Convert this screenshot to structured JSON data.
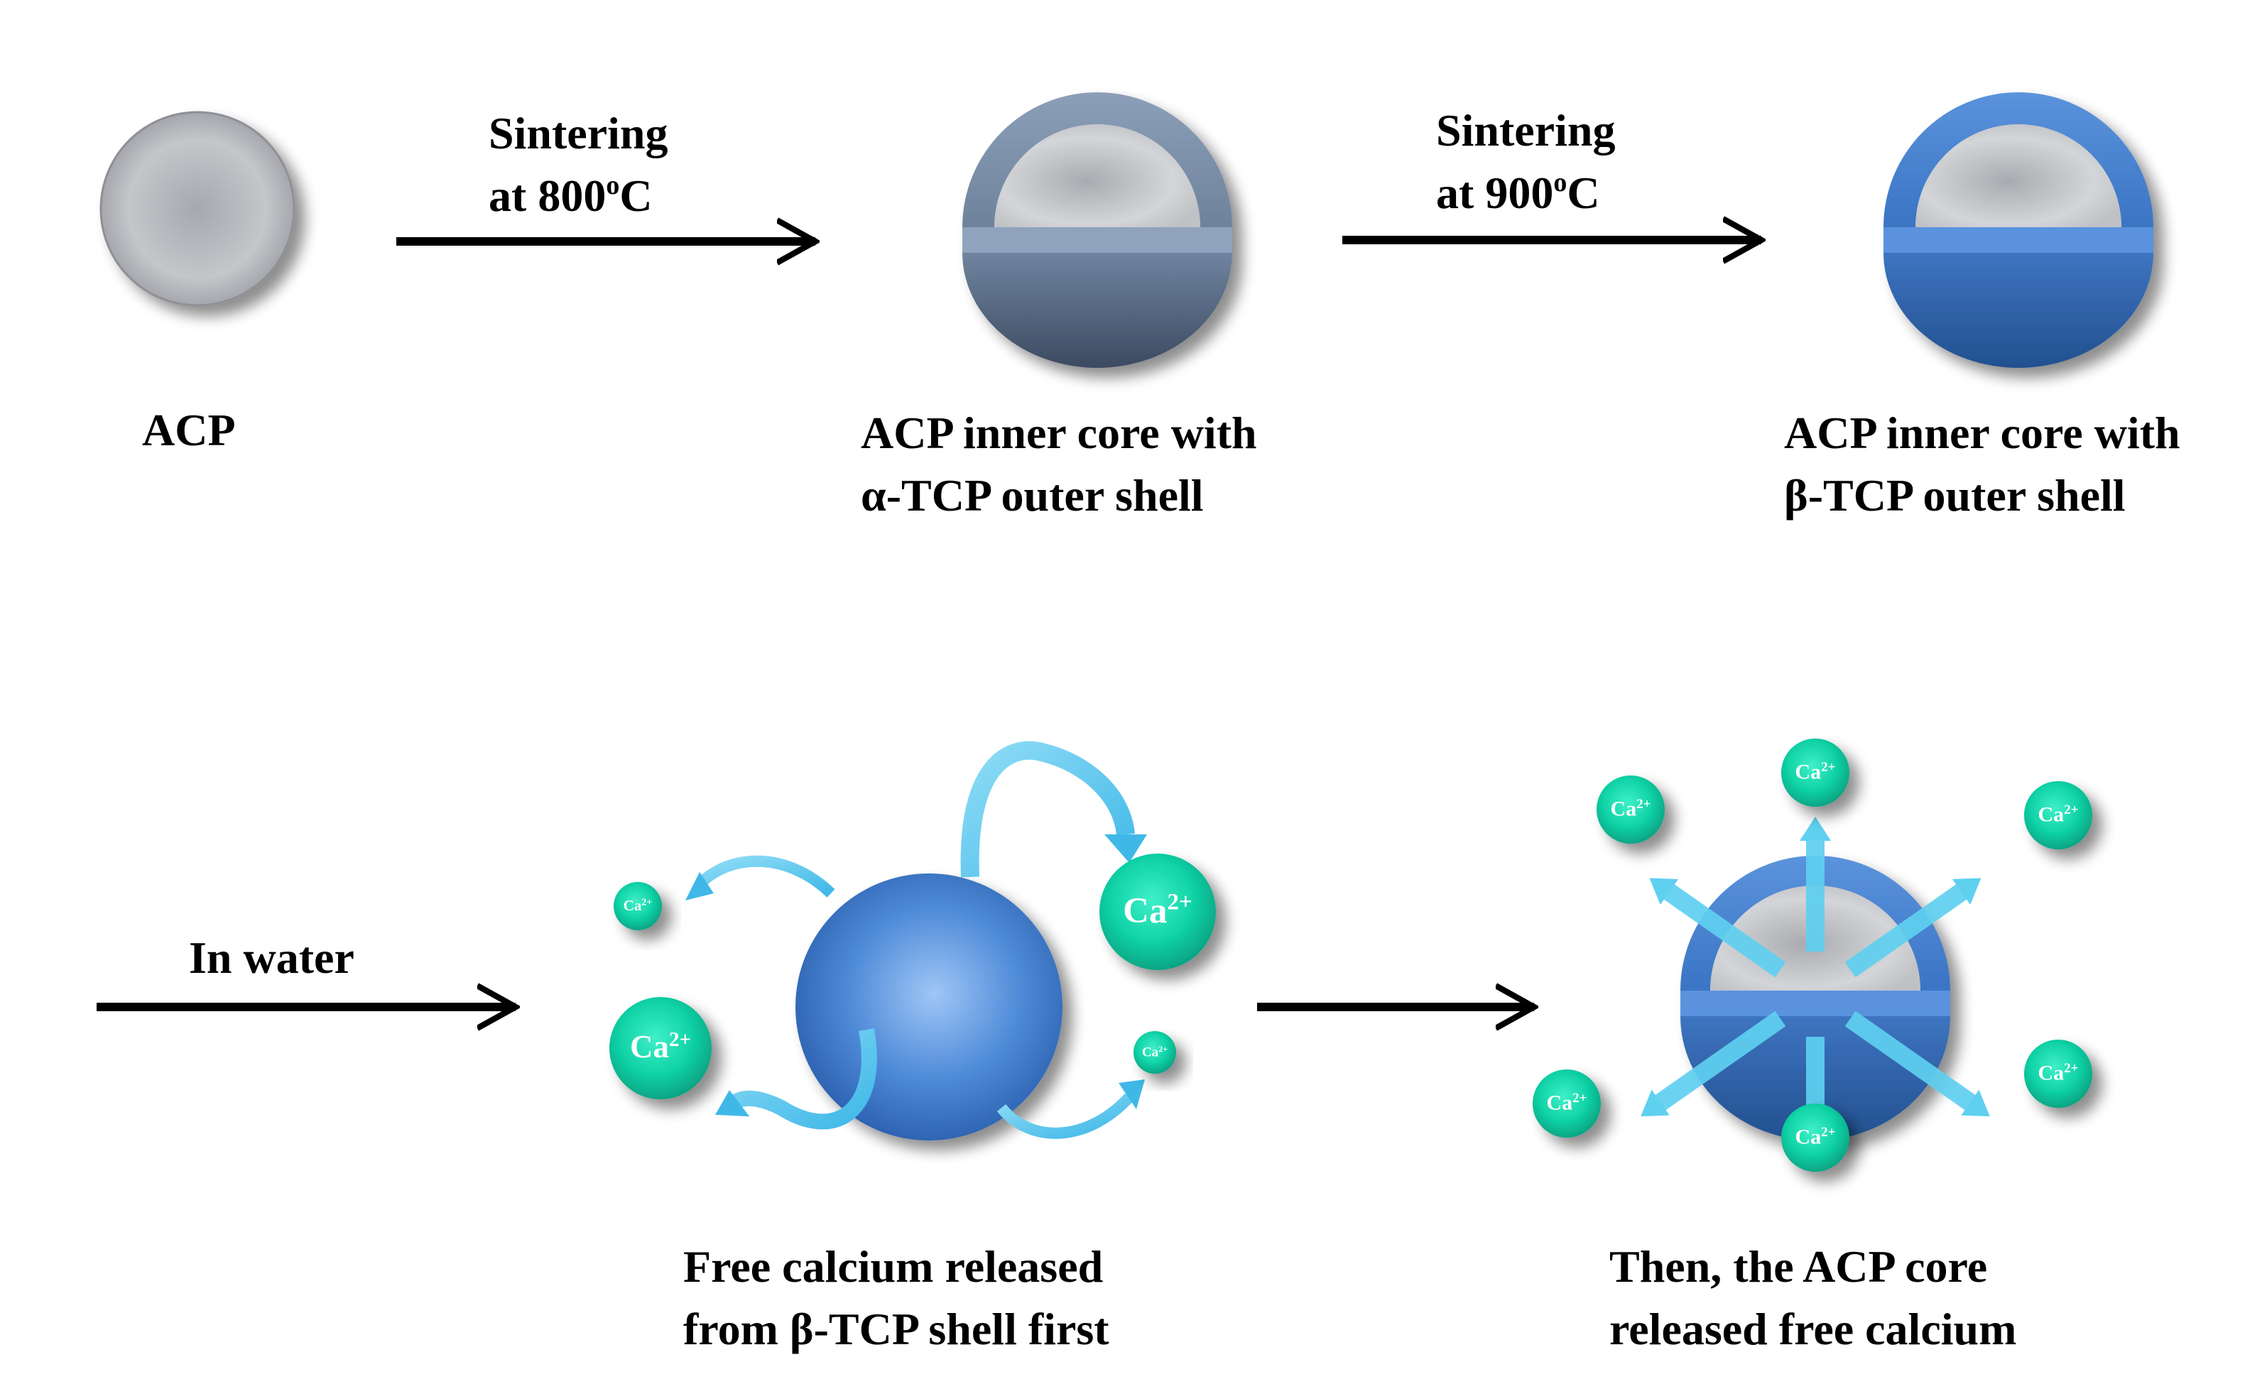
{
  "labels": {
    "acp": "ACP",
    "sinter_800_line1": "Sintering",
    "sinter_800_line2": "at 800",
    "sinter_900_line1": "Sintering",
    "sinter_900_line2": "at 900",
    "degree_o": "o",
    "celsius_c": "C",
    "alpha_line1": "ACP inner core with",
    "alpha_line2": "α-TCP outer shell",
    "beta_line1": "ACP inner core with",
    "beta_line2": "β-TCP outer shell",
    "in_water": "In water",
    "free_line1": "Free calcium released",
    "free_line2": "from β-TCP shell first",
    "then_line1": "Then, the ACP core",
    "then_line2": "released free calcium"
  },
  "ion": {
    "base": "Ca",
    "charge": "2+"
  },
  "colors": {
    "arrow": "#000000",
    "acp_gray": "#b4b6bb",
    "alpha_shell": "#7b8fa8",
    "beta_shell": "#3f78c8",
    "ion_teal": "#12d4a8",
    "release_arrow": "#5fd0f0"
  }
}
